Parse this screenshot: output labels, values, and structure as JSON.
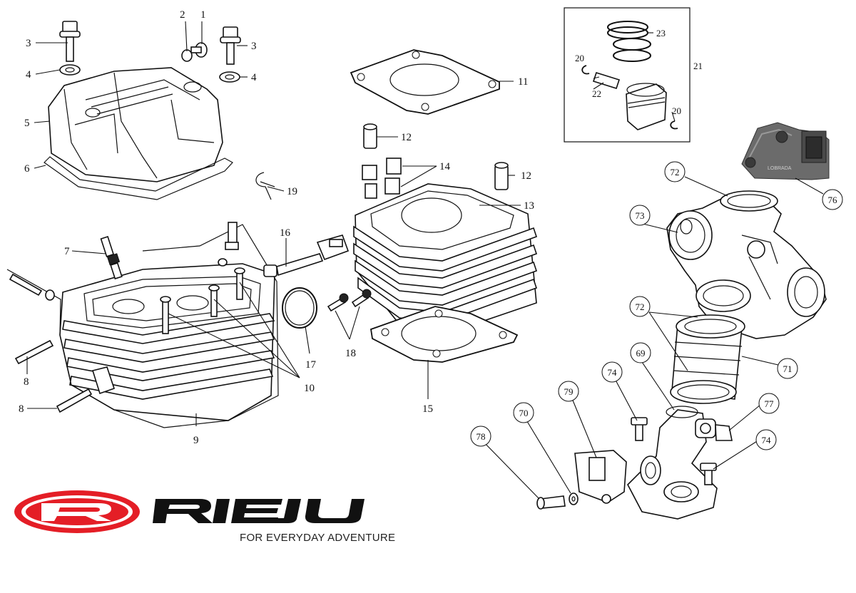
{
  "labels": {
    "l1": "1",
    "l2": "2",
    "l3a": "3",
    "l3b": "3",
    "l4a": "4",
    "l4b": "4",
    "l5": "5",
    "l6": "6",
    "l7": "7",
    "l8a": "8",
    "l8b": "8",
    "l9": "9",
    "l10": "10",
    "l11": "11",
    "l12a": "12",
    "l12b": "12",
    "l13": "13",
    "l14": "14",
    "l15": "15",
    "l16": "16",
    "l17": "17",
    "l18": "18",
    "l19": "19",
    "l20a": "20",
    "l20b": "20",
    "l21": "21",
    "l22": "22",
    "l23": "23"
  },
  "callouts": {
    "c69": "69",
    "c70": "70",
    "c71": "71",
    "c72a": "72",
    "c72b": "72",
    "c73": "73",
    "c74a": "74",
    "c74b": "74",
    "c76": "76",
    "c77": "77",
    "c78": "78",
    "c79": "79"
  },
  "sensor_text": "LOBRADA",
  "brand": {
    "name": "RIEJU",
    "tagline": "FOR EVERYDAY ADVENTURE",
    "color_red": "#e41e26",
    "color_black": "#111111"
  }
}
